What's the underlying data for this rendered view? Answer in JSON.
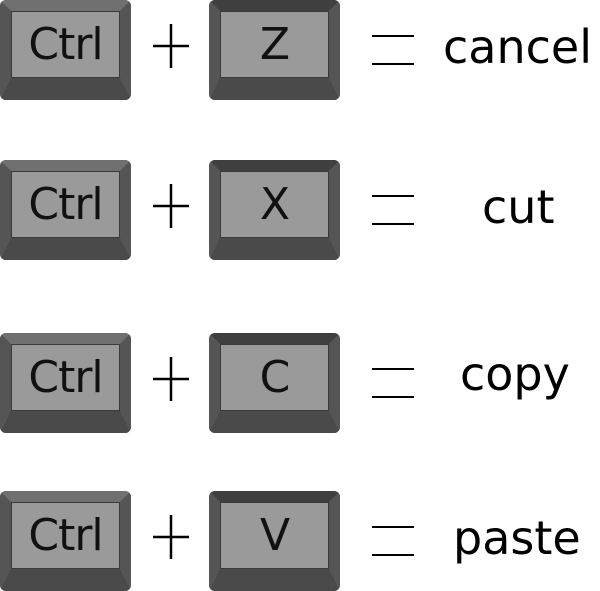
{
  "shortcuts": [
    {
      "modifier": "Ctrl",
      "key": "Z",
      "action": "cancel"
    },
    {
      "modifier": "Ctrl",
      "key": "X",
      "action": "cut"
    },
    {
      "modifier": "Ctrl",
      "key": "C",
      "action": "copy"
    },
    {
      "modifier": "Ctrl",
      "key": "V",
      "action": "paste"
    }
  ],
  "colors": {
    "key_body": "#5e5e5e",
    "key_face": "#9a9a9a",
    "key_top_bevel": "#3f3f3f",
    "key_bottom_bevel": "#4a4a4a",
    "text": "#000000"
  }
}
